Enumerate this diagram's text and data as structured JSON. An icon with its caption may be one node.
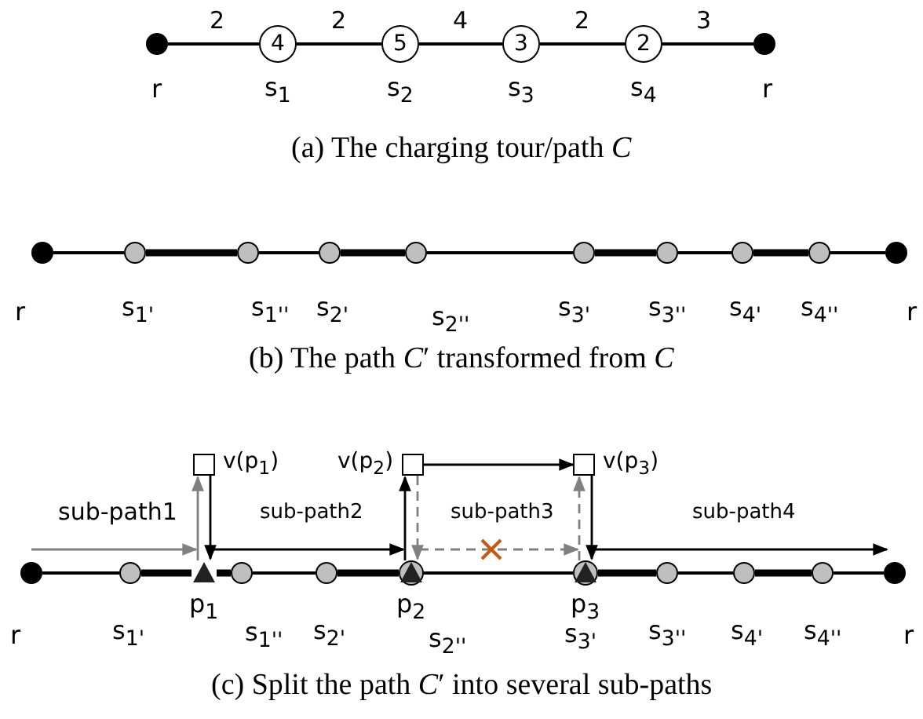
{
  "diagram": {
    "nodes": [
      {
        "text": [
          "r"
        ]
      },
      {
        "text": [
          "4",
          "s$_{1}$"
        ]
      },
      {
        "text": [
          "5",
          "s$_{2}$"
        ]
      },
      {
        "text": [
          "3",
          "s$_{3}$"
        ]
      },
      {
        "text": [
          "2",
          "s$_{4}$"
        ]
      },
      {
        "text": [
          "r"
        ]
      },
      {
        "text": [
          "r"
        ]
      },
      {
        "text": [
          "s$_{1'}$"
        ]
      },
      {
        "text": [
          "s$_{1''}$"
        ]
      },
      {
        "text": [
          "s$_{2'}$"
        ]
      },
      {
        "text": [
          "s$_{2''}$"
        ]
      },
      {
        "text": [
          "s$_{3'}$"
        ]
      },
      {
        "text": [
          "s$_{3''}$"
        ]
      },
      {
        "text": [
          "s$_{4'}$"
        ]
      },
      {
        "text": [
          "s$_{4''}$"
        ]
      },
      {
        "text": [
          "r"
        ]
      },
      {
        "text": [
          "r"
        ]
      },
      {
        "text": [
          "s$_{1'}$"
        ]
      },
      {
        "text": [
          "p$_{1}$"
        ]
      },
      {
        "text": [
          "s$_{1''}$"
        ]
      },
      {
        "text": [
          "s$_{2'}$"
        ]
      },
      {
        "text": [
          "p$_{2}$",
          "s$_{2''}$"
        ]
      },
      {
        "text": [
          "p$_{3}$",
          "s$_{3'}$"
        ]
      },
      {
        "text": [
          "s$_{3''}$"
        ]
      },
      {
        "text": [
          "s$_{4'}$"
        ]
      },
      {
        "text": [
          "s$_{4''}$"
        ]
      },
      {
        "text": [
          "r"
        ]
      },
      {
        "text": [
          "v(p$_{1}$)"
        ]
      },
      {
        "text": [
          "v(p$_{2}$)"
        ]
      },
      {
        "text": [
          "v(p$_{3}$)"
        ]
      }
    ],
    "edges": [
      {
        "from": 0,
        "to": 1,
        "arrow": "none",
        "label": "2"
      },
      {
        "from": 1,
        "to": 2,
        "arrow": "none",
        "label": "2"
      },
      {
        "from": 2,
        "to": 3,
        "arrow": "none",
        "label": "4"
      },
      {
        "from": 3,
        "to": 4,
        "arrow": "none",
        "label": "2"
      },
      {
        "from": 4,
        "to": 5,
        "arrow": "none",
        "label": "3"
      },
      {
        "from": 6,
        "to": 7,
        "arrow": "none"
      },
      {
        "from": 7,
        "to": 8,
        "arrow": "none",
        "style": "thick"
      },
      {
        "from": 8,
        "to": 9,
        "arrow": "none"
      },
      {
        "from": 9,
        "to": 10,
        "arrow": "none",
        "style": "thick"
      },
      {
        "from": 10,
        "to": 11,
        "arrow": "none"
      },
      {
        "from": 11,
        "to": 12,
        "arrow": "none",
        "style": "thick"
      },
      {
        "from": 12,
        "to": 13,
        "arrow": "none"
      },
      {
        "from": 13,
        "to": 14,
        "arrow": "none",
        "style": "thick"
      },
      {
        "from": 14,
        "to": 15,
        "arrow": "none"
      },
      {
        "from": 16,
        "to": 17,
        "arrow": "none"
      },
      {
        "from": 17,
        "to": 18,
        "arrow": "none",
        "style": "thick"
      },
      {
        "from": 18,
        "to": 19,
        "arrow": "none",
        "style": "thick"
      },
      {
        "from": 19,
        "to": 20,
        "arrow": "none"
      },
      {
        "from": 20,
        "to": 21,
        "arrow": "none",
        "style": "thick"
      },
      {
        "from": 21,
        "to": 22,
        "arrow": "none"
      },
      {
        "from": 22,
        "to": 23,
        "arrow": "none",
        "style": "thick"
      },
      {
        "from": 23,
        "to": 24,
        "arrow": "none"
      },
      {
        "from": 24,
        "to": 25,
        "arrow": "none",
        "style": "thick"
      },
      {
        "from": 25,
        "to": 26,
        "arrow": "none"
      },
      {
        "from": 16,
        "to": 18,
        "arrow": "to",
        "label": "sub-path1",
        "color": "#808080"
      },
      {
        "from": 18,
        "to": 27,
        "arrow": "to",
        "color": "#808080"
      },
      {
        "from": 27,
        "to": 18,
        "arrow": "to"
      },
      {
        "from": 18,
        "to": 21,
        "arrow": "to",
        "label": "sub-path2"
      },
      {
        "from": 21,
        "to": 28,
        "arrow": "to"
      },
      {
        "from": 28,
        "to": 21,
        "arrow": "to",
        "style": "dashed",
        "color": "#808080"
      },
      {
        "from": 28,
        "to": 29,
        "arrow": "to"
      },
      {
        "from": 21,
        "to": 22,
        "arrow": "to",
        "label": "sub-path3",
        "style": "dashed",
        "color": "#808080"
      },
      {
        "from": 22,
        "to": 29,
        "arrow": "to",
        "style": "dashed",
        "color": "#808080"
      },
      {
        "from": 29,
        "to": 22,
        "arrow": "to"
      },
      {
        "from": 22,
        "to": 26,
        "arrow": "to",
        "label": "sub-path4"
      }
    ],
    "labels": [
      "(a) The charging tour/path *C*",
      "(b) The path *C*′ transformed from *C*",
      "(c) Split the path *C*′ into several sub-paths"
    ]
  }
}
